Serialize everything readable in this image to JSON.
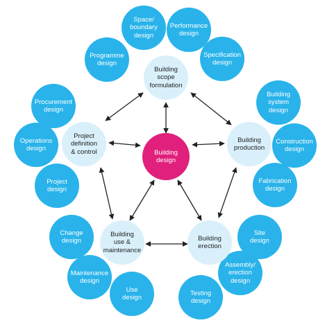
{
  "diagram": {
    "center": {
      "label": "Building\ndesign",
      "color": "#e0207c"
    },
    "mid_nodes": {
      "scope": "Building\nscope\nformulation",
      "production": "Building\nproduction",
      "erection": "Building\nerection",
      "use": "Building\nuse &\nmaintenance",
      "definition": "Project\ndefinition\n& control"
    },
    "outer_nodes": {
      "space_boundary": "Space/\nboundary\ndesign",
      "performance": "Performance\ndesign",
      "programme": "Programme\ndesign",
      "specification": "Specification\ndesign",
      "building_system": "Building\nsystem\ndesign",
      "construction": "Construction\ndesign",
      "fabrication": "Fabrication\ndesign",
      "site": "Site\ndesign",
      "assembly": "Assembly/\nerection\ndesign",
      "testing": "Testing\ndesign",
      "use_design": "Use\ndesign",
      "maintenance": "Maintenance\ndesign",
      "change": "Change\ndesign",
      "procurement": "Procurement\ndesign",
      "operations": "Operations\ndesign",
      "project": "Project\ndesign"
    },
    "colors": {
      "outer": "#29b3ea",
      "mid": "#d9f0fb",
      "arrow": "#222222"
    }
  }
}
